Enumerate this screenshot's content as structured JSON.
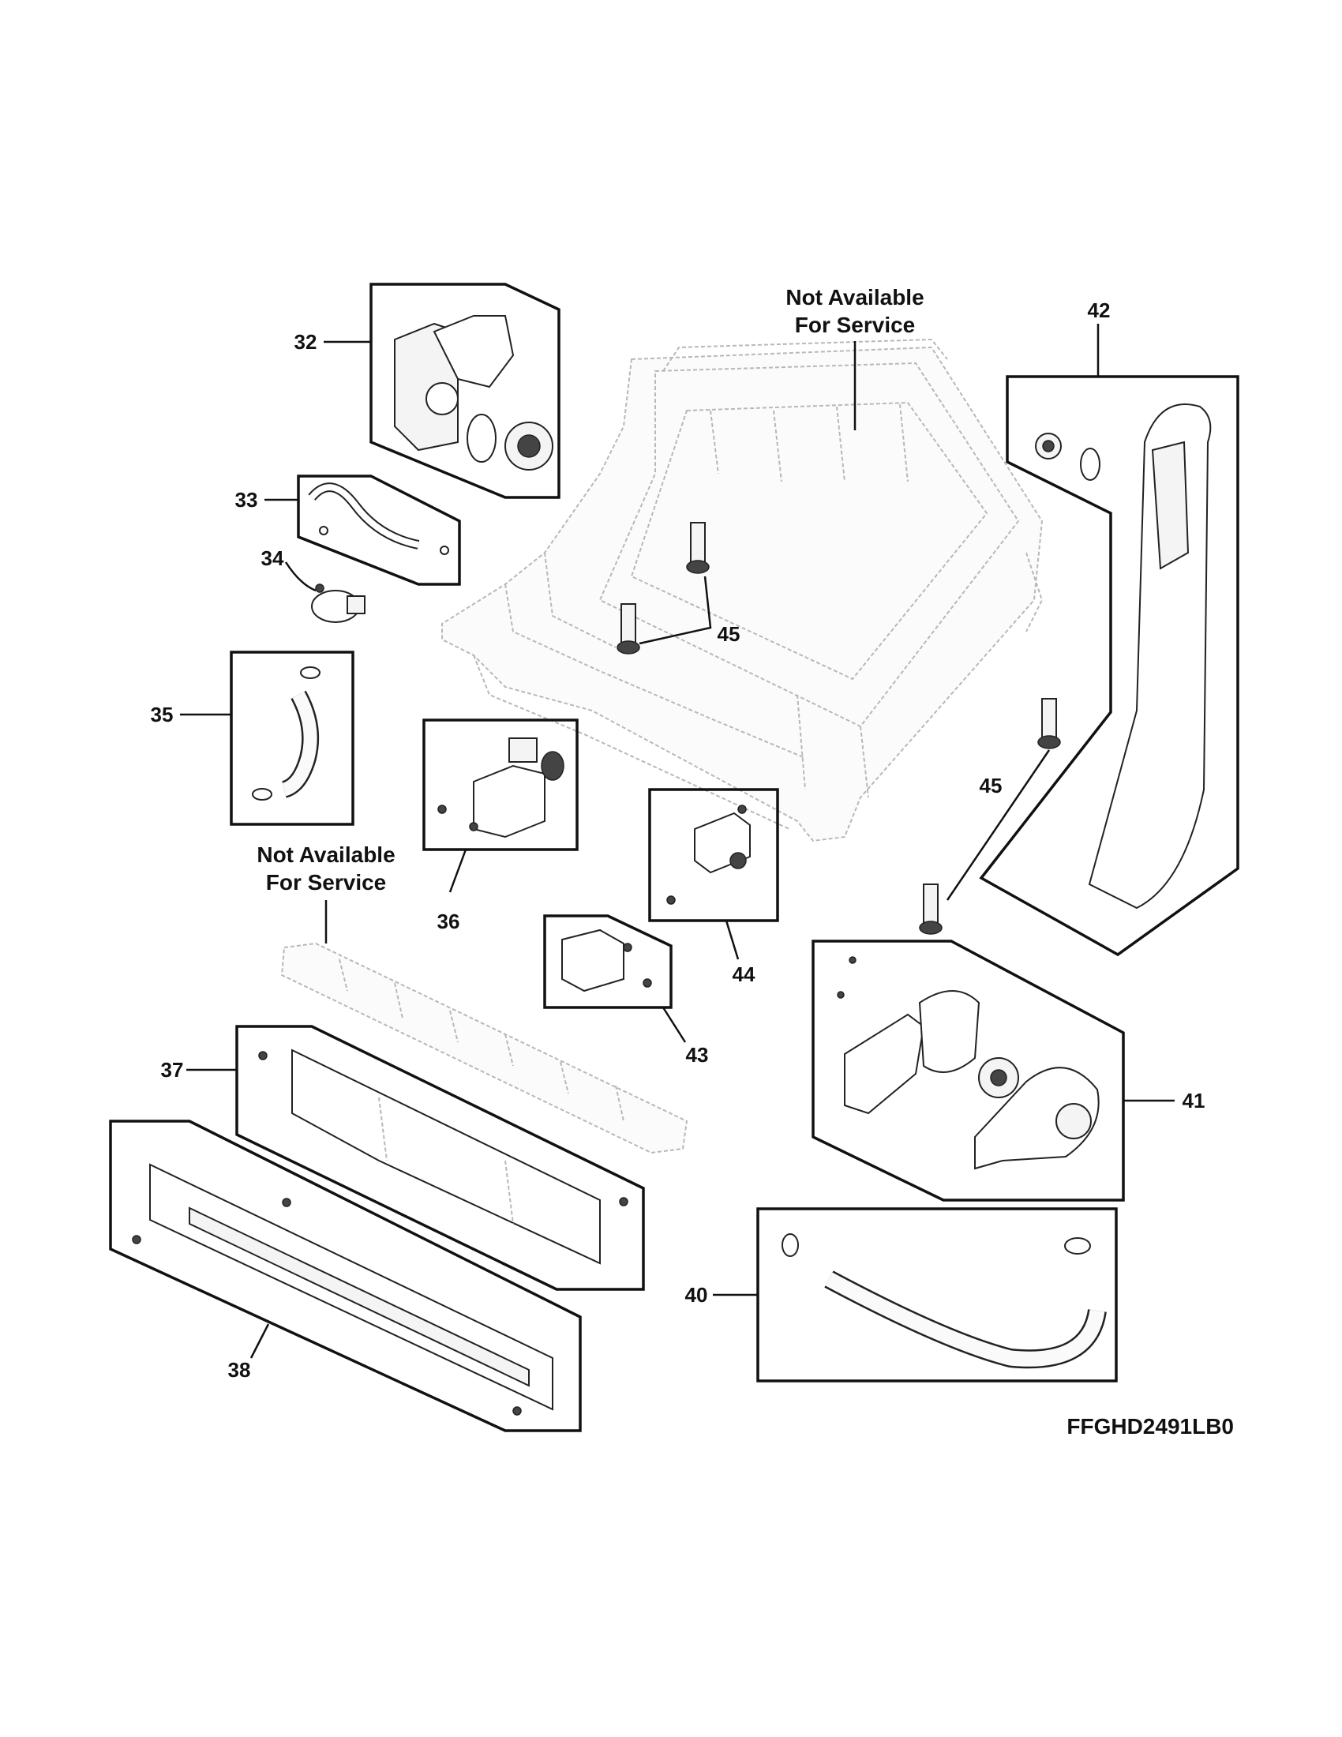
{
  "diagram": {
    "callouts": {
      "c32": "32",
      "c33": "33",
      "c34": "34",
      "c35": "35",
      "c36": "36",
      "c37": "37",
      "c38": "38",
      "c40": "40",
      "c41": "41",
      "c42": "42",
      "c43": "43",
      "c44": "44",
      "c45a": "45",
      "c45b": "45"
    },
    "not_available_1": {
      "line1": "Not Available",
      "line2": "For Service"
    },
    "not_available_2": {
      "line1": "Not Available",
      "line2": "For Service"
    },
    "model_number": "FFGHD2491LB0"
  }
}
